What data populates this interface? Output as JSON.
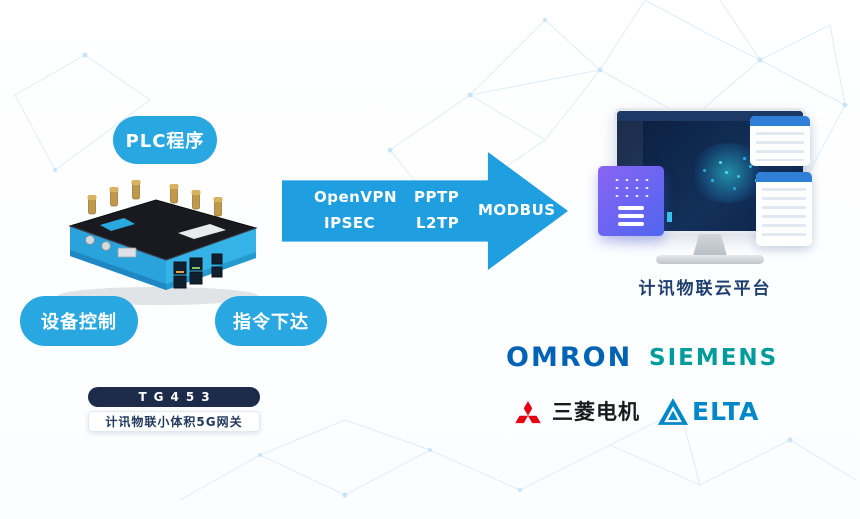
{
  "bubbles": {
    "plc": "PLC程序",
    "device_control": "设备控制",
    "command": "指令下达"
  },
  "arrow": {
    "protocols": [
      "OpenVPN",
      "PPTP",
      "IPSEC",
      "L2TP",
      "MODBUS"
    ]
  },
  "device": {
    "model": "TG453",
    "tagline": "计讯物联小体积5G网关"
  },
  "platform": {
    "label": "计讯物联云平台"
  },
  "brands": {
    "omron": "OMRON",
    "siemens": "SIEMENS",
    "mitsubishi": "三菱电机",
    "delta": "ELTA"
  },
  "colors": {
    "bubble_blue": "#29a7e1",
    "arrow_blue": "#1f9fdf",
    "navy": "#1d3e6e",
    "omron_blue": "#0063b5",
    "siemens_teal": "#009b9b",
    "mitsubishi_red": "#e60012",
    "delta_blue": "#0087c8"
  }
}
